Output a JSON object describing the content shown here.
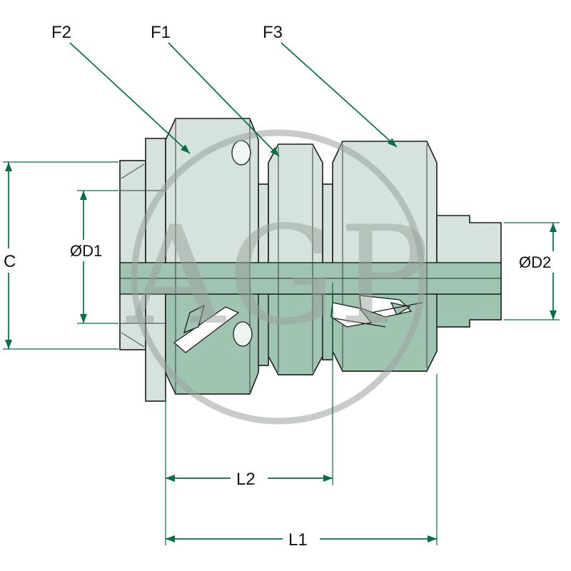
{
  "diagram": {
    "watermark_text": "AGP",
    "labels": {
      "f1": "F1",
      "f2": "F2",
      "f3": "F3",
      "c": "C",
      "d1": "ØD1",
      "d2": "ØD2",
      "l1": "L1",
      "l2": "L2"
    },
    "colors": {
      "background": "#ffffff",
      "body_light": "#d6e3dc",
      "body_dark": "#9fc4b0",
      "outline": "#1c1c1c",
      "dimension": "#00713f",
      "watermark": "#9aa29c"
    }
  }
}
